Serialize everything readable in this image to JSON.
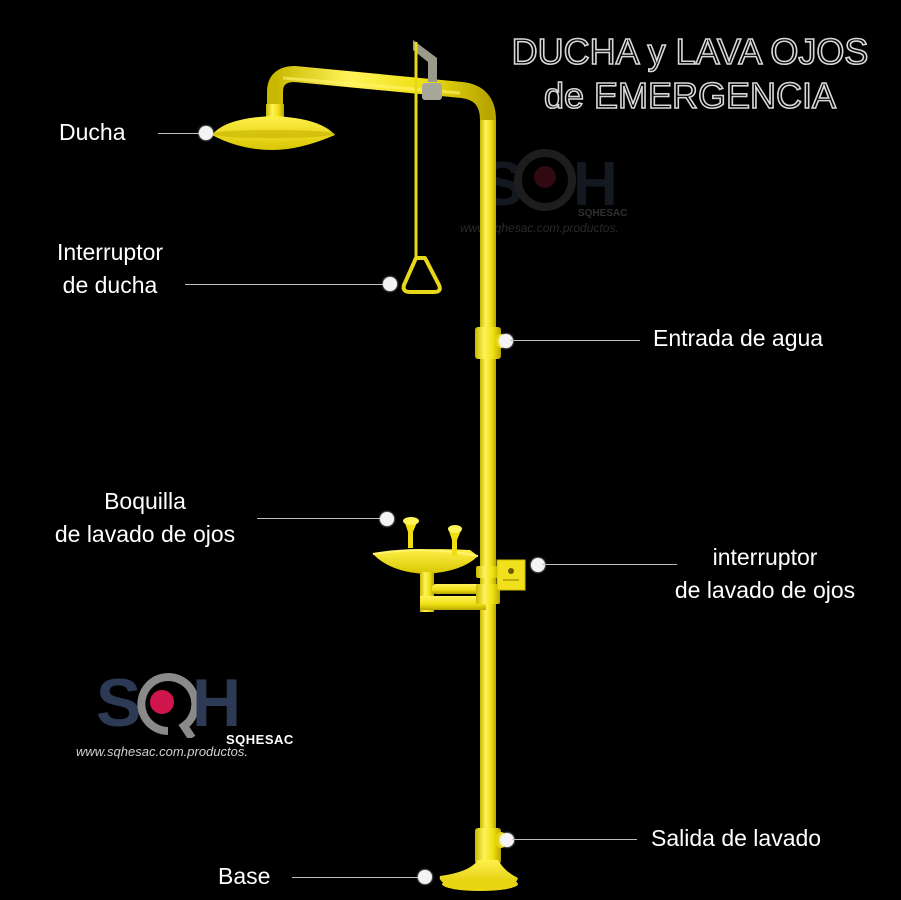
{
  "title": {
    "line1": "DUCHA y LAVA OJOS",
    "line2": "de EMERGENCIA"
  },
  "labels": {
    "ducha": "Ducha",
    "interruptor_ducha_1": "Interruptor",
    "interruptor_ducha_2": "de ducha",
    "entrada_agua": "Entrada de agua",
    "boquilla_1": "Boquilla",
    "boquilla_2": "de lavado de ojos",
    "interruptor_lavado_1": "interruptor",
    "interruptor_lavado_2": "de lavado de ojos",
    "salida_lavado": "Salida de lavado",
    "base": "Base"
  },
  "watermark": {
    "letters_s": "S",
    "letters_h": "H",
    "brand": "SQHESAC",
    "url": "www.sqhesac.com.productos."
  },
  "colors": {
    "background": "#000000",
    "equipment_yellow": "#f2e21a",
    "logo_navy": "#2d3a55",
    "logo_red": "#d0154d",
    "logo_gray": "#8a8a8a",
    "label_text": "#ffffff",
    "leader_line": "#bdbdbd"
  }
}
